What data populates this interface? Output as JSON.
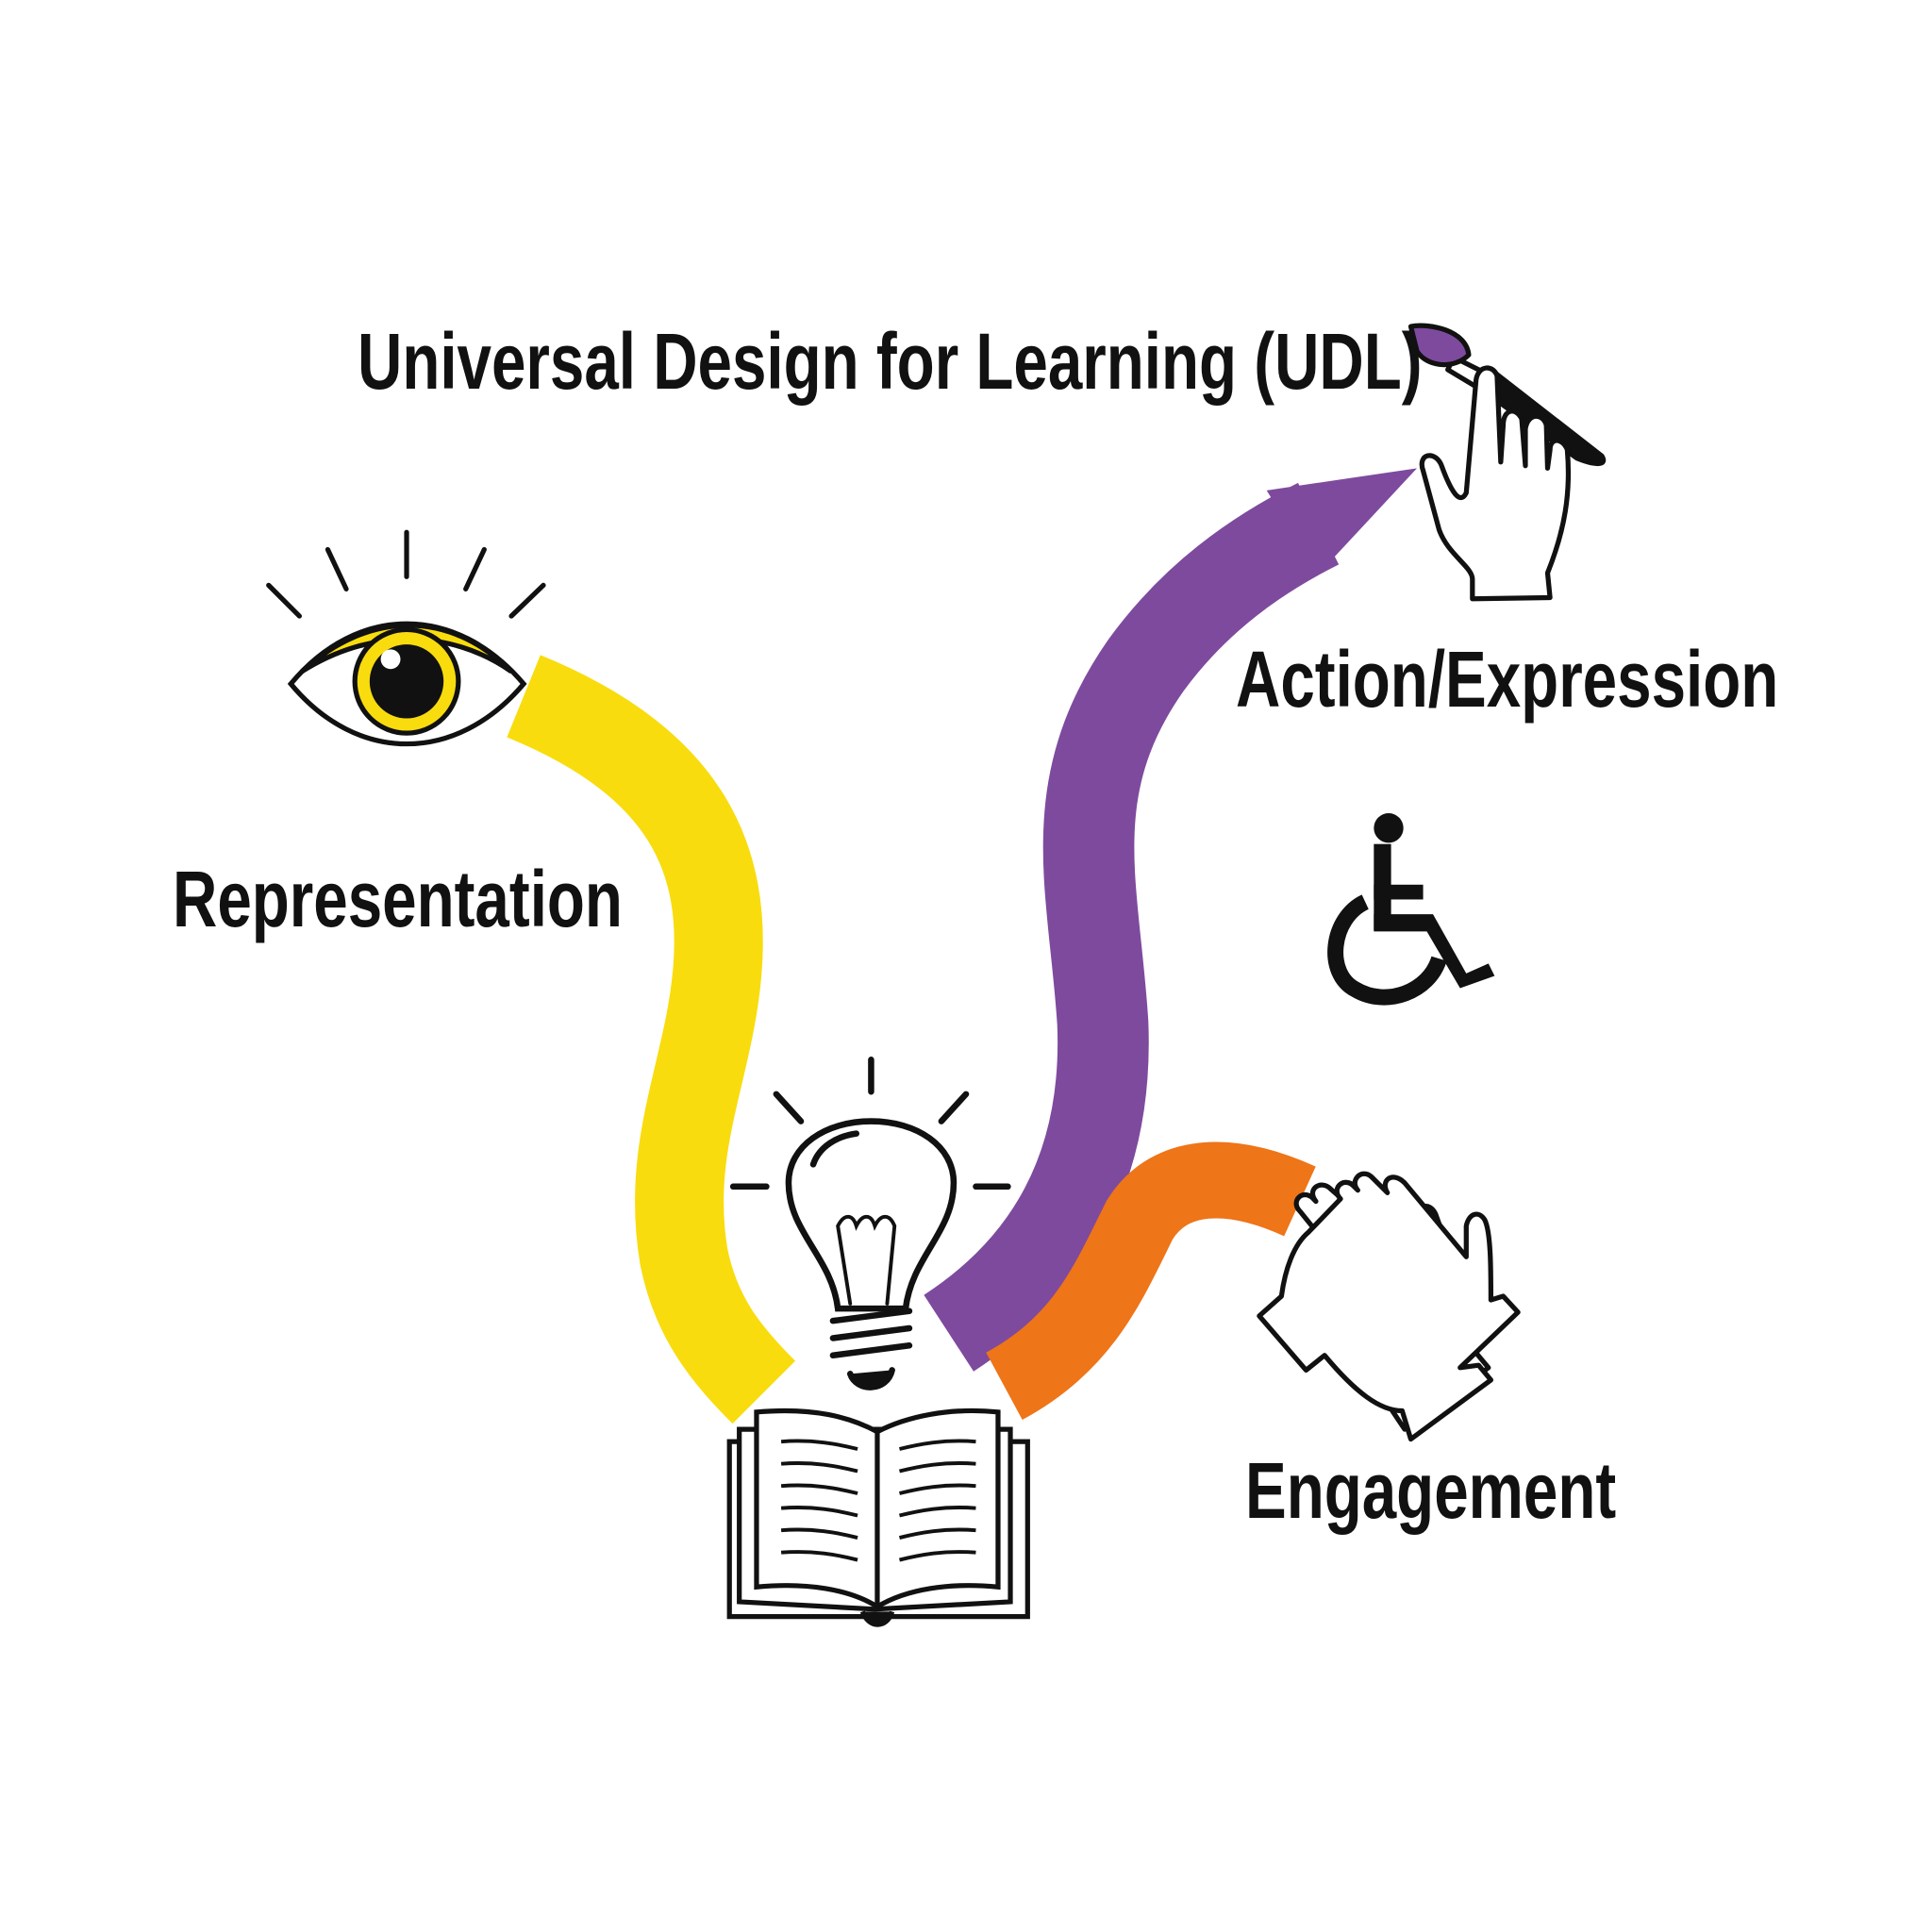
{
  "title": "Universal Design for Learning (UDL)",
  "principles": {
    "representation": {
      "label": "Representation",
      "color": "#F8DC0E",
      "icon": "eye-icon"
    },
    "action_expression": {
      "label": "Action/Expression",
      "color": "#7E4A9E",
      "icon": "hand-paintbrush-icon"
    },
    "engagement": {
      "label": "Engagement",
      "color": "#EE7518",
      "icon": "clapping-hands-icon"
    }
  },
  "center_icons": [
    "lightbulb-icon",
    "open-book-icon"
  ],
  "accessibility_icon": "wheelchair-icon"
}
